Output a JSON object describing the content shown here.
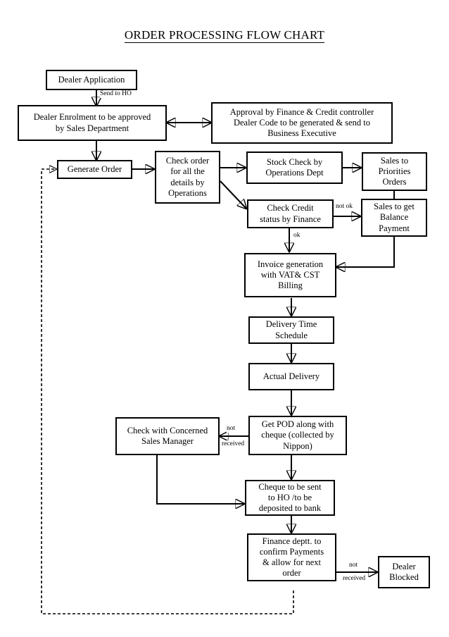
{
  "document": {
    "title": "ORDER PROCESSING FLOW CHART"
  },
  "chart_data": {
    "type": "diagram",
    "diagram_kind": "flowchart",
    "title": "ORDER PROCESSING FLOW CHART",
    "orientation": "top-to-bottom",
    "nodes": [
      {
        "id": "dealer_application",
        "label": "Dealer Application"
      },
      {
        "id": "dealer_enrolment",
        "label": "Dealer Enrolment to be approved by Sales Department"
      },
      {
        "id": "approval_finance",
        "label": "Approval by Finance & Credit controller Dealer Code to be generated & send to Business Executive"
      },
      {
        "id": "generate_order",
        "label": "Generate Order"
      },
      {
        "id": "check_order",
        "label": "Check order for all the details by Operations"
      },
      {
        "id": "stock_check",
        "label": "Stock Check by Operations Dept"
      },
      {
        "id": "sales_priorities",
        "label": "Sales to Priorities Orders"
      },
      {
        "id": "check_credit",
        "label": "Check Credit status by Finance"
      },
      {
        "id": "sales_balance",
        "label": "Sales to get Balance Payment"
      },
      {
        "id": "invoice_generation",
        "label": "Invoice generation with VAT& CST Billing"
      },
      {
        "id": "delivery_schedule",
        "label": "Delivery Time Schedule"
      },
      {
        "id": "actual_delivery",
        "label": "Actual Delivery"
      },
      {
        "id": "check_sales_manager",
        "label": "Check with Concerned Sales Manager"
      },
      {
        "id": "get_pod",
        "label": "Get POD along with cheque (collected by Nippon)"
      },
      {
        "id": "cheque_to_ho",
        "label": "Cheque to be sent to HO /to be deposited to bank"
      },
      {
        "id": "finance_confirm",
        "label": "Finance deptt. to confirm Payments & allow for next order"
      },
      {
        "id": "dealer_blocked",
        "label": "Dealer Blocked"
      }
    ],
    "edges": [
      {
        "from": "dealer_application",
        "to": "dealer_enrolment",
        "label": "Send to HO"
      },
      {
        "from": "dealer_enrolment",
        "to": "approval_finance",
        "label": "",
        "bidirectional": true
      },
      {
        "from": "dealer_enrolment",
        "to": "generate_order",
        "label": ""
      },
      {
        "from": "generate_order",
        "to": "check_order",
        "label": ""
      },
      {
        "from": "check_order",
        "to": "stock_check",
        "label": ""
      },
      {
        "from": "check_order",
        "to": "check_credit",
        "label": ""
      },
      {
        "from": "stock_check",
        "to": "sales_priorities",
        "label": ""
      },
      {
        "from": "sales_priorities",
        "to": "sales_balance",
        "label": ""
      },
      {
        "from": "check_credit",
        "to": "sales_balance",
        "label": "not ok"
      },
      {
        "from": "check_credit",
        "to": "invoice_generation",
        "label": "ok"
      },
      {
        "from": "sales_balance",
        "to": "invoice_generation",
        "label": ""
      },
      {
        "from": "invoice_generation",
        "to": "delivery_schedule",
        "label": ""
      },
      {
        "from": "delivery_schedule",
        "to": "actual_delivery",
        "label": ""
      },
      {
        "from": "actual_delivery",
        "to": "get_pod",
        "label": ""
      },
      {
        "from": "get_pod",
        "to": "check_sales_manager",
        "label": "not received"
      },
      {
        "from": "get_pod",
        "to": "cheque_to_ho",
        "label": ""
      },
      {
        "from": "check_sales_manager",
        "to": "cheque_to_ho",
        "label": ""
      },
      {
        "from": "cheque_to_ho",
        "to": "finance_confirm",
        "label": ""
      },
      {
        "from": "finance_confirm",
        "to": "dealer_blocked",
        "label": "not received"
      },
      {
        "from": "finance_confirm",
        "to": "generate_order",
        "label": "",
        "style": "dashed"
      }
    ],
    "edge_labels": {
      "send_to_ho": "Send to HO",
      "not_ok": "not ok",
      "ok": "ok",
      "not_received_pod": "not",
      "not_received_pod_2": "received",
      "not_received_finance": "not",
      "not_received_finance_2": "received"
    }
  },
  "nodes": {
    "dealer_application": "Dealer Application",
    "dealer_enrolment_l1": "Dealer Enrolment to be approved",
    "dealer_enrolment_l2": "by Sales Department",
    "approval_l1": "Approval by Finance & Credit controller",
    "approval_l2": "Dealer Code to be generated & send to",
    "approval_l3": "Business Executive",
    "generate_order": "Generate Order",
    "check_order_l1": "Check order",
    "check_order_l2": "for all the",
    "check_order_l3": "details by",
    "check_order_l4": "Operations",
    "stock_check_l1": "Stock Check by",
    "stock_check_l2": "Operations Dept",
    "sales_priorities_l1": "Sales to",
    "sales_priorities_l2": "Priorities",
    "sales_priorities_l3": "Orders",
    "check_credit_l1": "Check Credit",
    "check_credit_l2": "status by Finance",
    "sales_balance_l1": "Sales to get",
    "sales_balance_l2": "Balance",
    "sales_balance_l3": "Payment",
    "invoice_l1": "Invoice generation",
    "invoice_l2": "with VAT& CST",
    "invoice_l3": "Billing",
    "delivery_l1": "Delivery Time",
    "delivery_l2": "Schedule",
    "actual_delivery": "Actual Delivery",
    "check_sm_l1": "Check with Concerned",
    "check_sm_l2": "Sales Manager",
    "pod_l1": "Get POD along with",
    "pod_l2": "cheque (collected by",
    "pod_l3": "Nippon)",
    "cheque_l1": "Cheque to be sent",
    "cheque_l2": "to HO /to be",
    "cheque_l3": "deposited to bank",
    "finance_l1": "Finance deptt. to",
    "finance_l2": "confirm Payments",
    "finance_l3": "& allow for next",
    "finance_l4": "order",
    "dealer_blocked_l1": "Dealer",
    "dealer_blocked_l2": "Blocked"
  },
  "labels": {
    "send_to_ho": "Send to HO",
    "not_ok": "not ok",
    "ok": "ok",
    "pod_not": "not",
    "pod_received": "received",
    "fin_not": "not",
    "fin_received": "received"
  },
  "colors": {
    "stroke": "#000000",
    "background": "#ffffff",
    "text": "#000000"
  }
}
